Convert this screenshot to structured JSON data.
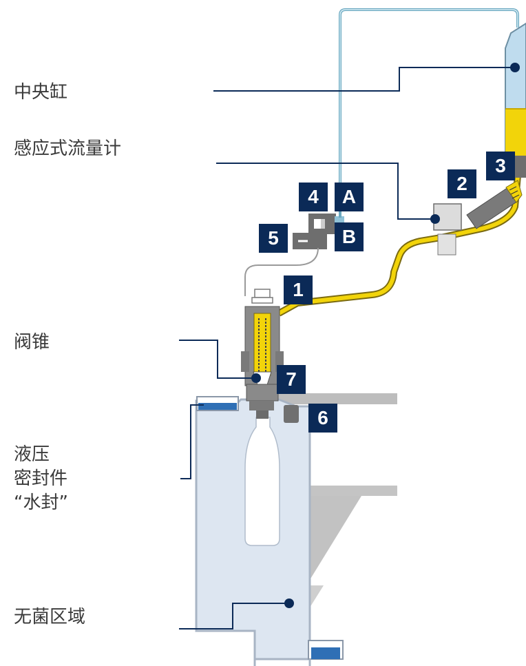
{
  "labels": {
    "central_tank": "中央缸",
    "flowmeter": "感应式流量计",
    "valve_cone": "阀锥",
    "hydraulic_seal": [
      "液压",
      "密封件",
      "“水封”"
    ],
    "sterile_zone": "无菌区域"
  },
  "badges": [
    "1",
    "2",
    "3",
    "4",
    "5",
    "6",
    "7",
    "A",
    "B"
  ],
  "colors": {
    "navy": "#0b2a57",
    "product_yellow": "#f2d40a",
    "tank_blue": "#bfdcee",
    "frame_gray": "#bdbdbd",
    "sterile_zone_fill": "#dde6f1",
    "seal_water": "#2f6fb5"
  }
}
